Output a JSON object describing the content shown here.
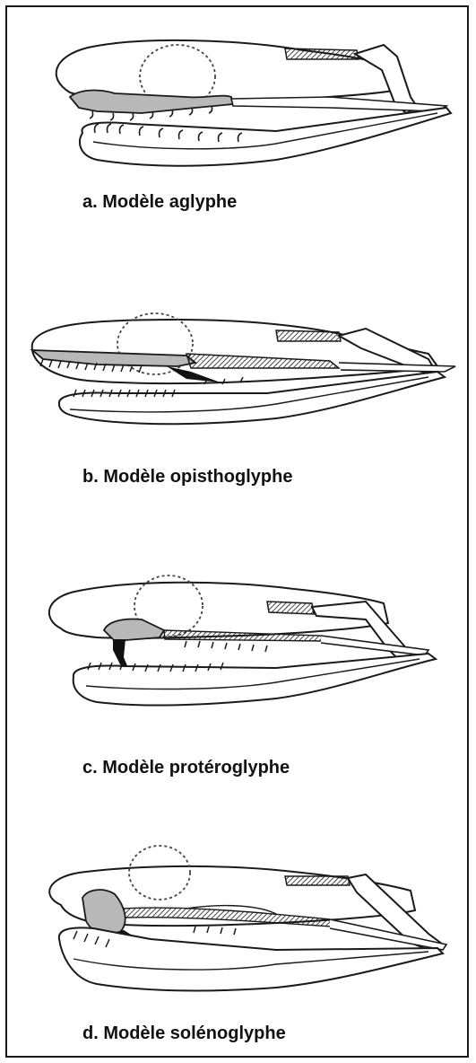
{
  "figure": {
    "colors": {
      "line": "#1a1a1a",
      "bone": "#ffffff",
      "maxilla": "#b8b8b8",
      "fang": "#111111",
      "gland_outline": "#444444"
    },
    "panels": [
      {
        "key": "a",
        "caption": "a. Modèle aglyphe"
      },
      {
        "key": "b",
        "caption": "b. Modèle opisthoglyphe"
      },
      {
        "key": "c",
        "caption": "c. Modèle protéroglyphe"
      },
      {
        "key": "d",
        "caption": "d. Modèle solénoglyphe"
      }
    ]
  }
}
